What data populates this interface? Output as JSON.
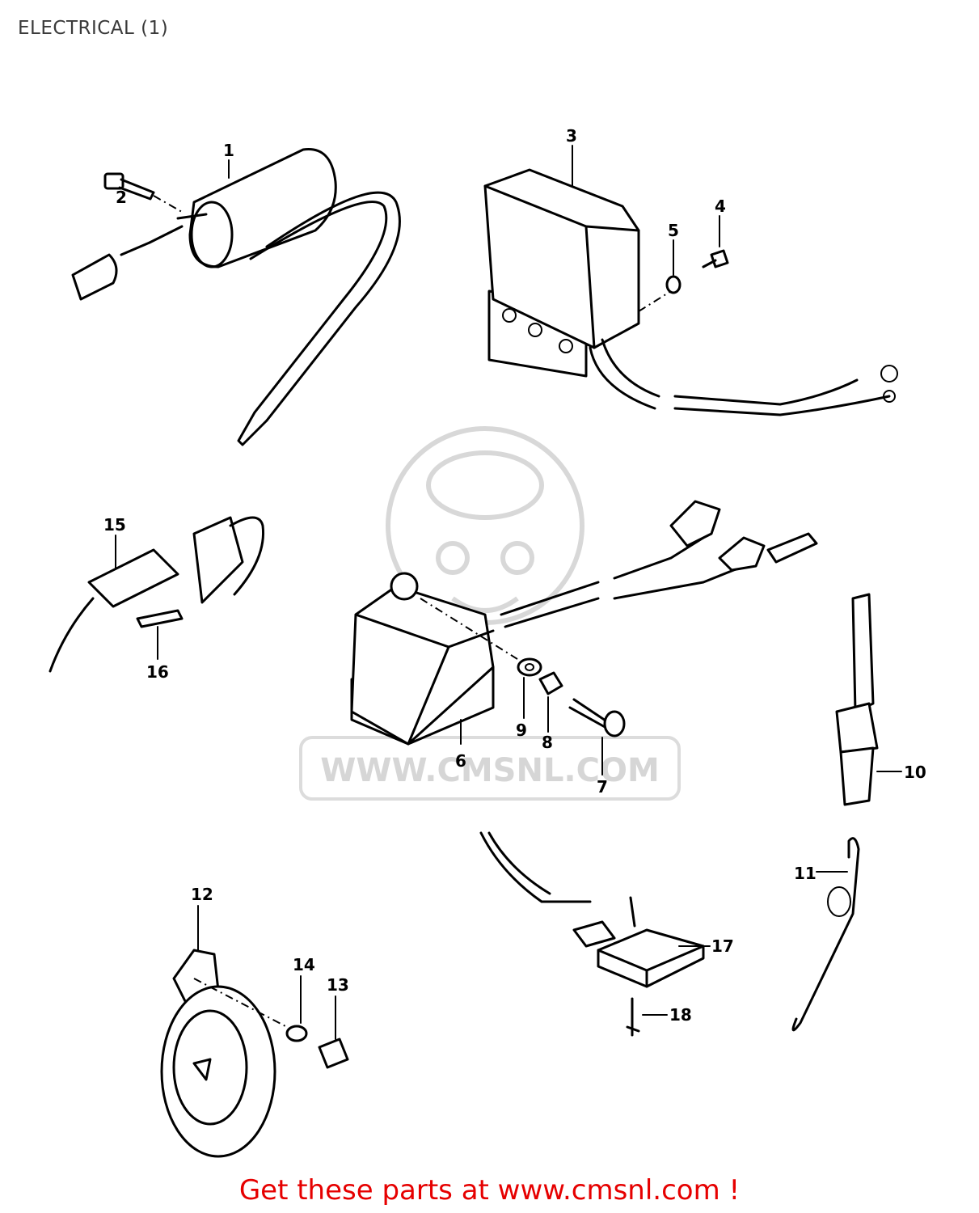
{
  "title": "ELECTRICAL (1)",
  "watermark": {
    "text": "WWW.CMSNL.COM"
  },
  "footer": {
    "text": "Get these parts at www.cmsnl.com !"
  },
  "colors": {
    "footer": "#e60000",
    "line": "#000000",
    "watermark": "#d6d6d6"
  },
  "callouts": [
    "1",
    "2",
    "3",
    "4",
    "5",
    "6",
    "7",
    "8",
    "9",
    "10",
    "11",
    "12",
    "13",
    "14",
    "15",
    "16",
    "17",
    "18"
  ]
}
